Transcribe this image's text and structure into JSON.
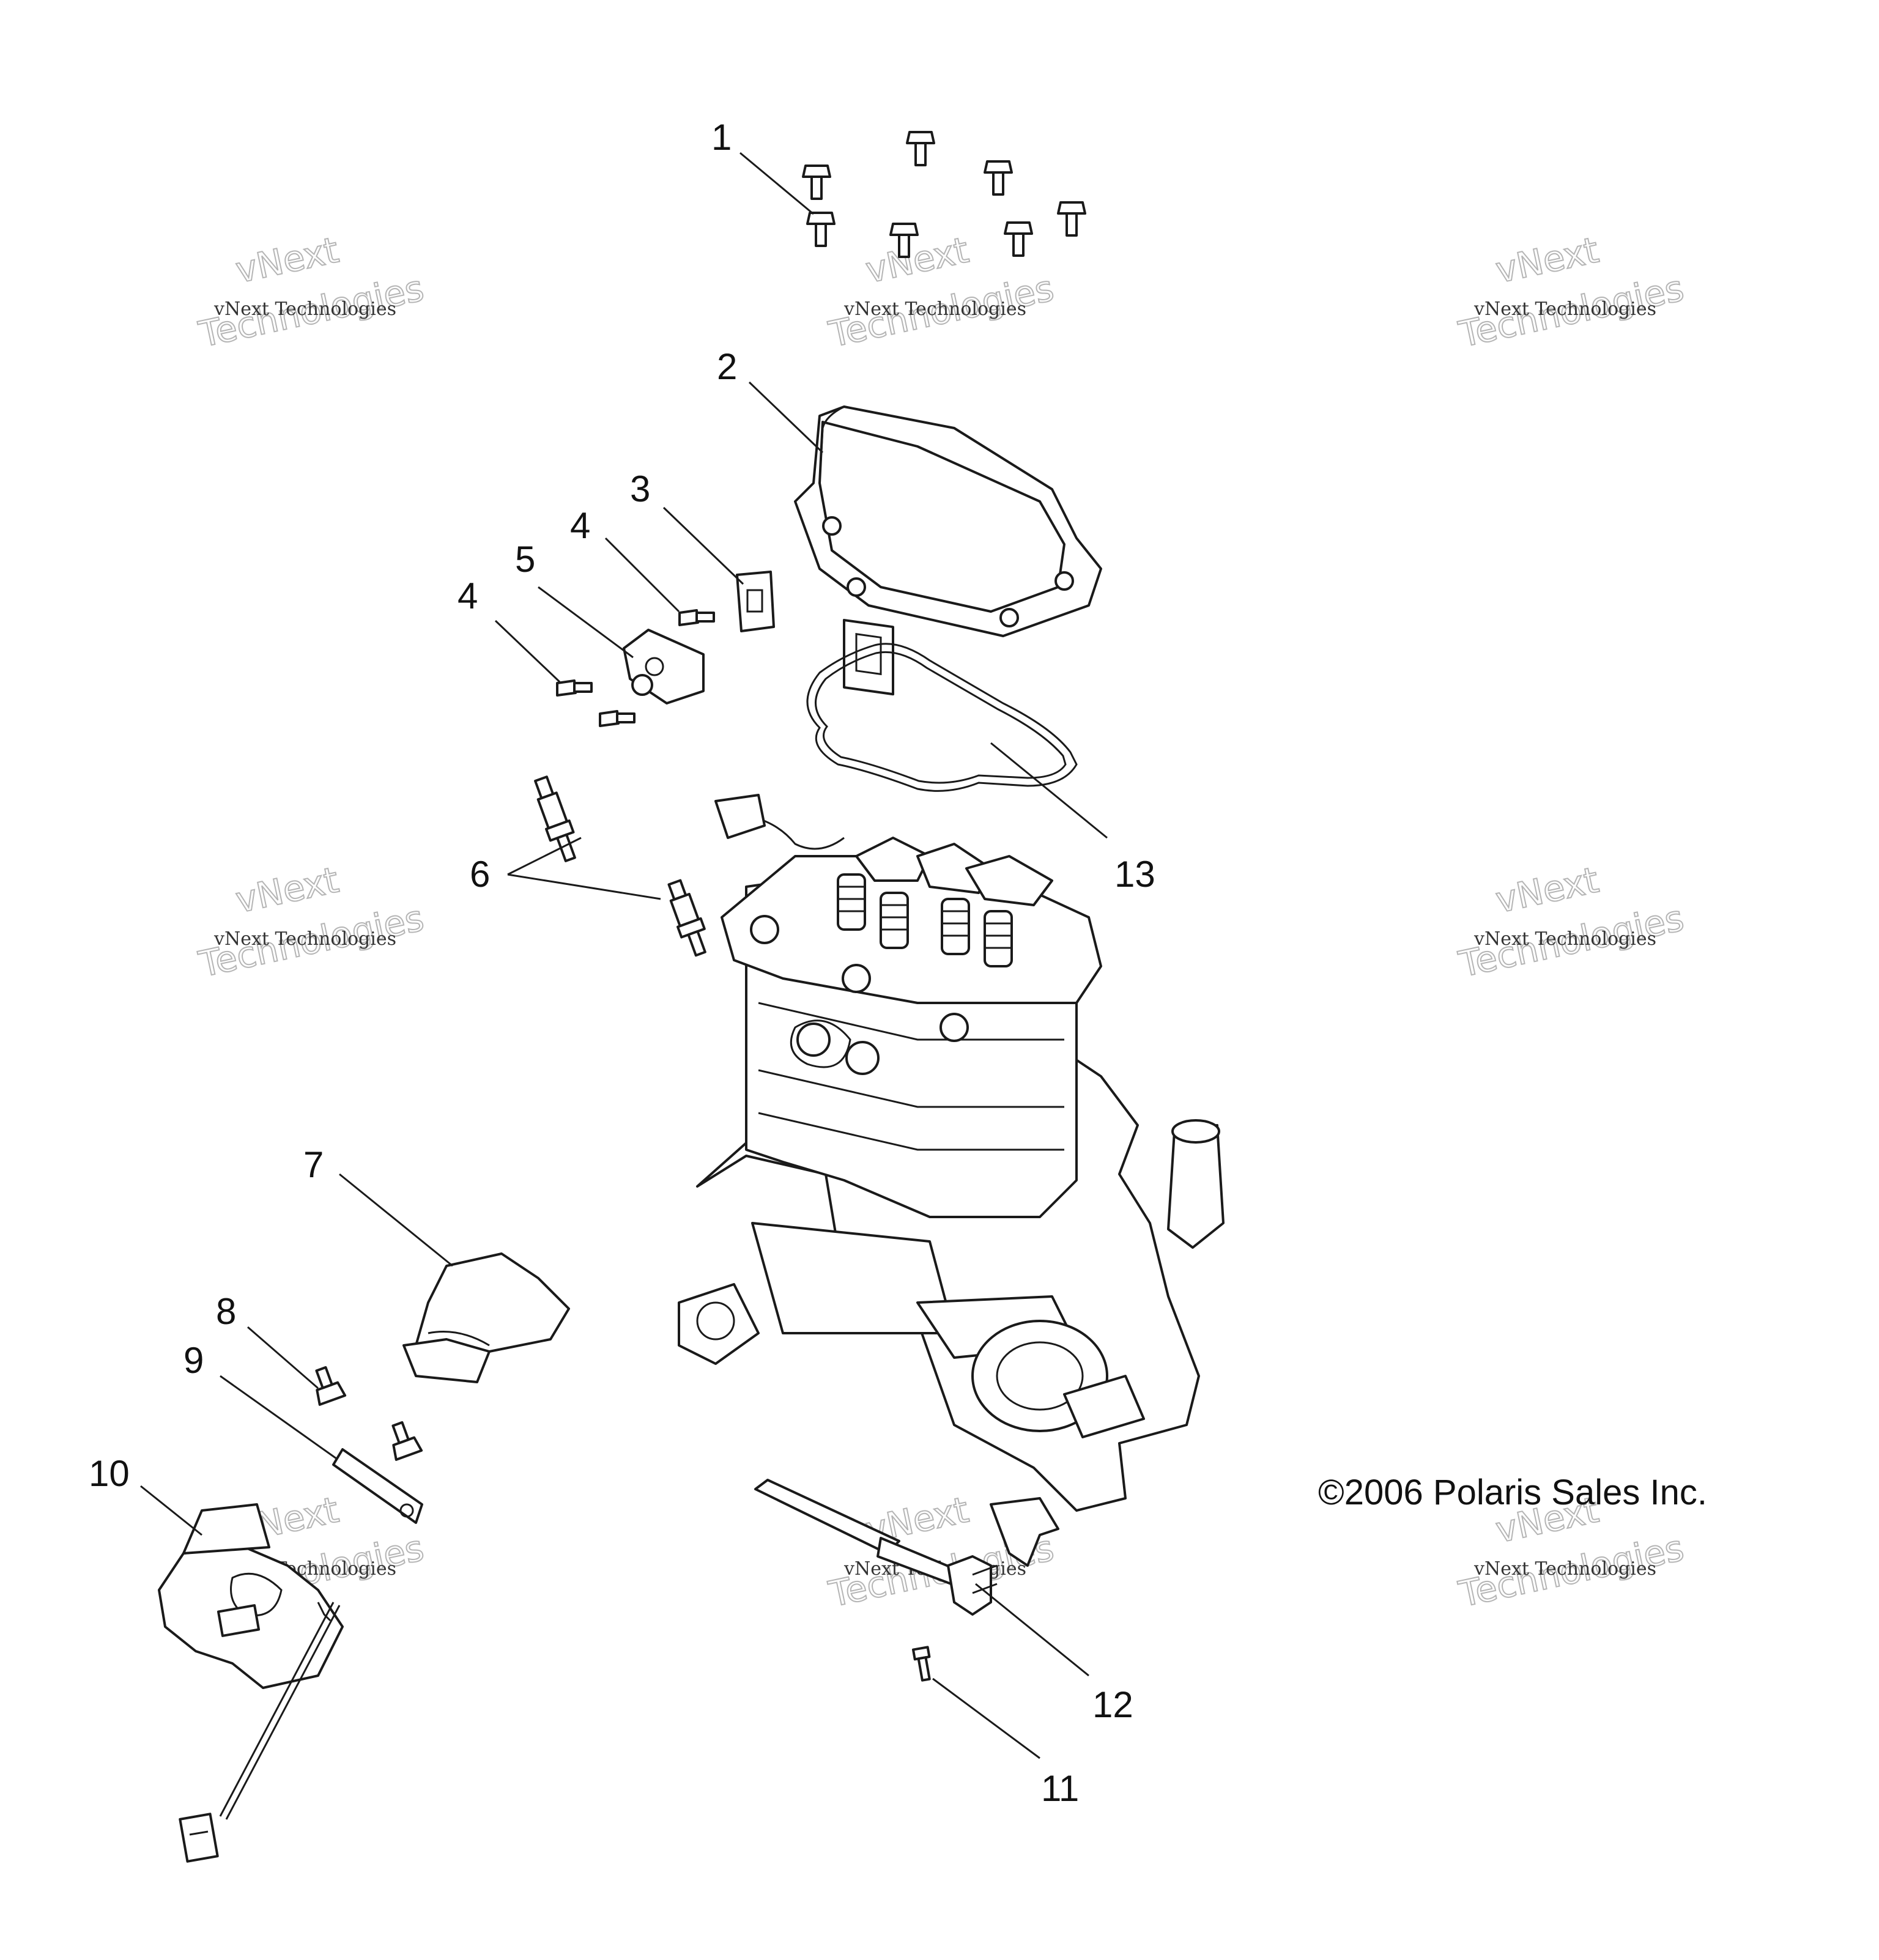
{
  "diagram": {
    "copyright": "©2006 Polaris Sales Inc.",
    "watermark": {
      "line_small": "vNext Technologies",
      "line_top": "vNext",
      "line_big": "Technologies"
    },
    "callouts": [
      {
        "id": "1",
        "label": "1",
        "part": "bolts"
      },
      {
        "id": "2",
        "label": "2",
        "part": "valve-cover"
      },
      {
        "id": "3",
        "label": "3",
        "part": "grommet"
      },
      {
        "id": "4a",
        "label": "4",
        "part": "sensor-bolt"
      },
      {
        "id": "4b",
        "label": "4",
        "part": "sensor-bolt"
      },
      {
        "id": "5",
        "label": "5",
        "part": "sensor"
      },
      {
        "id": "6",
        "label": "6",
        "part": "spark-plugs"
      },
      {
        "id": "7",
        "label": "7",
        "part": "intake-boot"
      },
      {
        "id": "8",
        "label": "8",
        "part": "bolt"
      },
      {
        "id": "9",
        "label": "9",
        "part": "pin"
      },
      {
        "id": "10",
        "label": "10",
        "part": "throttle-body"
      },
      {
        "id": "11",
        "label": "11",
        "part": "screw"
      },
      {
        "id": "12",
        "label": "12",
        "part": "dipstick"
      },
      {
        "id": "13",
        "label": "13",
        "part": "gasket"
      }
    ]
  }
}
